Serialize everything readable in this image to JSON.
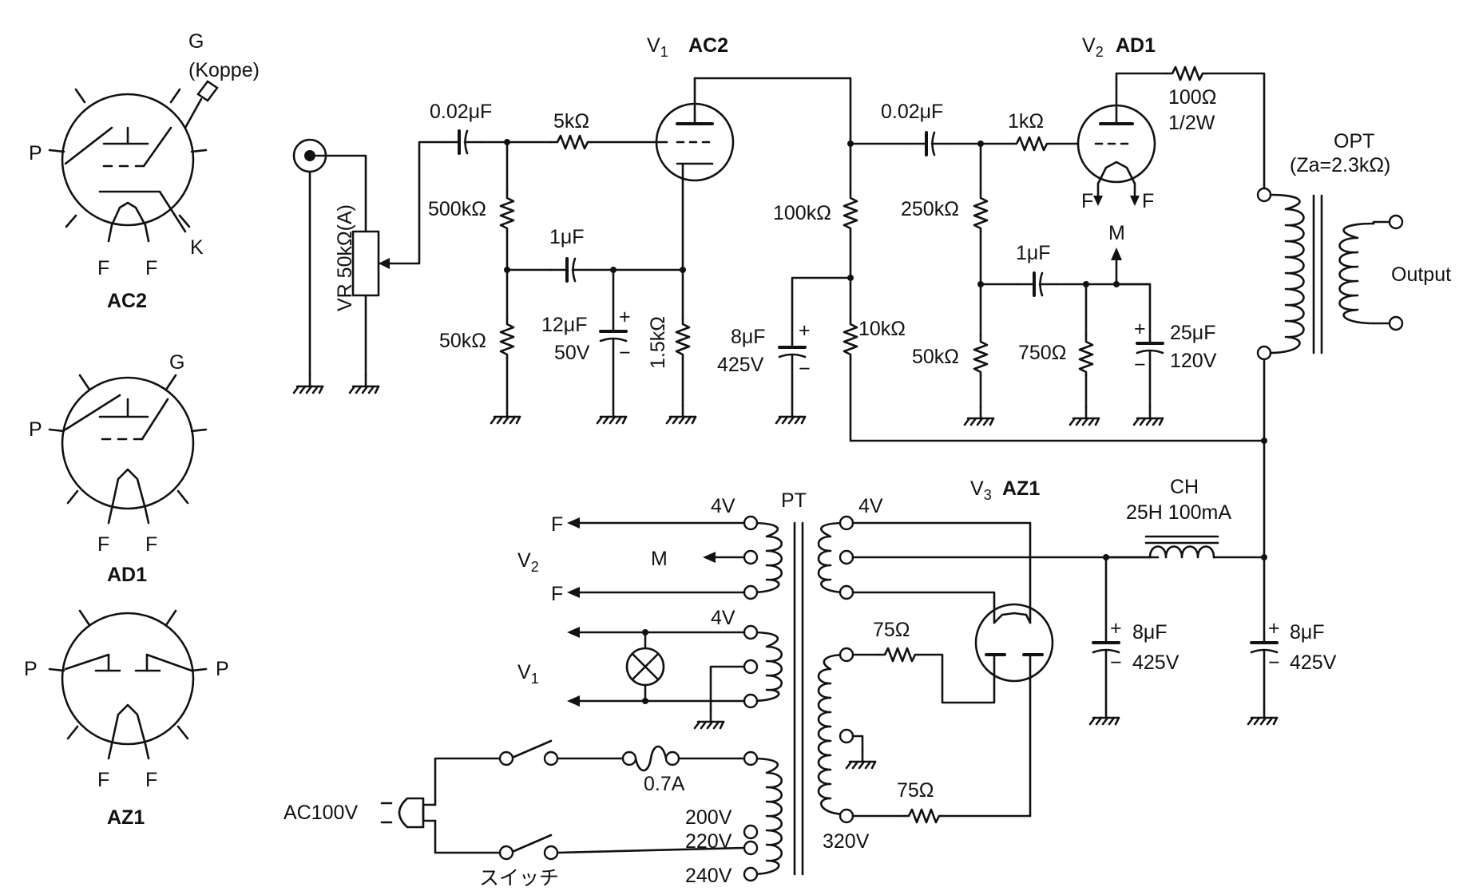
{
  "pinouts": {
    "ac2": {
      "name": "AC2",
      "pin_p": "P",
      "pin_g": "G",
      "koppe": "(Koppe)",
      "pin_k": "K",
      "pin_f": "F"
    },
    "ad1": {
      "name": "AD1",
      "pin_p": "P",
      "pin_g": "G",
      "pin_f": "F"
    },
    "az1": {
      "name": "AZ1",
      "pin_p": "P",
      "pin_f": "F"
    }
  },
  "tubes": {
    "v1": {
      "sym": "V",
      "sub": "1",
      "type": "AC2"
    },
    "v2": {
      "sym": "V",
      "sub": "2",
      "type": "AD1"
    },
    "v3": {
      "sym": "V",
      "sub": "3",
      "type": "AZ1"
    }
  },
  "components": {
    "c_in": "0.02μF",
    "r_grid1": "5kΩ",
    "r_500k": "500kΩ",
    "vr": "VR 50kΩ(A)",
    "c_1uf_a": "1μF",
    "r_50k_a": "50kΩ",
    "c_12uf": "12μF",
    "c_12uf_v": "50V",
    "r_1k5": "1.5kΩ",
    "c_8uf_a": "8μF",
    "c_8uf_a_v": "425V",
    "r_100k": "100kΩ",
    "r_10k": "10kΩ",
    "c_cpl": "0.02μF",
    "r_250k": "250kΩ",
    "r_1k": "1kΩ",
    "c_1uf_b": "1μF",
    "r_50k_b": "50kΩ",
    "r_750": "750Ω",
    "c_25uf": "25μF",
    "c_25uf_v": "120V",
    "r_100_a": "100Ω",
    "r_100_b": "1/2W",
    "m_label": "M",
    "f_label": "F",
    "opt": "OPT",
    "opt_z": "(Za=2.3kΩ)",
    "output": "Output"
  },
  "supply": {
    "pt": "PT",
    "ch": "CH",
    "ch_spec": "25H 100mA",
    "c_8uf_1": "8μF",
    "c_8uf_1_v": "425V",
    "c_8uf_2": "8μF",
    "c_8uf_2_v": "425V",
    "r_75_a": "75Ω",
    "r_75_b": "75Ω",
    "fuse": "0.7A",
    "ac_in": "AC100V",
    "switch": "スイッチ",
    "v_4v_a": "4V",
    "v_4v_b": "4V",
    "v_4v_c": "4V",
    "v_200": "200V",
    "v_220": "220V",
    "v_240": "240V",
    "v_320": "320V",
    "f": "F",
    "m": "M",
    "v2_sym": "V",
    "v2_sub": "2",
    "v1_sym": "V",
    "v1_sub": "1",
    "plus": "+",
    "minus": "−"
  }
}
